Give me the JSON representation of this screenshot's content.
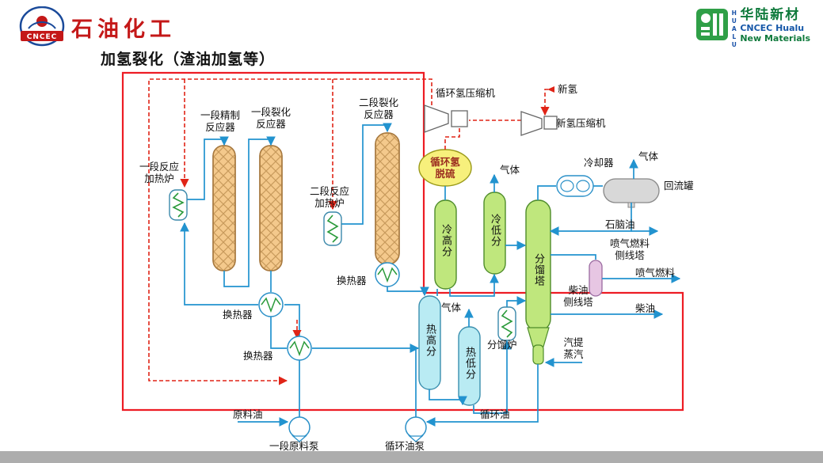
{
  "title": "加氢裂化（渣油加氢等）",
  "header": {
    "left_logo": {
      "emblem": "CNCEC",
      "brand": "石油化工"
    },
    "right_logo": {
      "cn": "华陆新材",
      "en1": "CNCEC Hualu",
      "en2": "New Materials",
      "vertical": "HUALU"
    }
  },
  "labels": {
    "heater1_l1": "一段反应",
    "heater1_l2": "加热炉",
    "reactor1_l1": "一段精制",
    "reactor1_l2": "反应器",
    "reactor2_l1": "一段裂化",
    "reactor2_l2": "反应器",
    "reactor3_l1": "二段裂化",
    "reactor3_l2": "反应器",
    "heater2_l1": "二段反应",
    "heater2_l2": "加热炉",
    "recycle_compressor": "循环氢压缩机",
    "fresh_h2": "新氢",
    "fresh_h2_compressor": "新氢压缩机",
    "desulf_l1": "循环氢",
    "desulf_l2": "脱硫",
    "cold_hp": "冷高分",
    "cold_lp": "冷低分",
    "gas_cold_lp": "气体",
    "cooler": "冷却器",
    "gas_top": "气体",
    "reflux_drum": "回流罐",
    "naphtha": "石脑油",
    "jet_stripper_l1": "喷气燃料",
    "jet_stripper_l2": "侧线塔",
    "jet_fuel": "喷气燃料",
    "diesel_stripper_l1": "柴油",
    "diesel_stripper_l2": "侧线塔",
    "diesel": "柴油",
    "fractionator": "分馏塔",
    "steam_l1": "汽提",
    "steam_l2": "蒸汽",
    "hx1": "换热器",
    "hx2": "换热器",
    "hx3": "换热器",
    "hot_hp": "热高分",
    "hot_lp": "热低分",
    "gas_hot_lp": "气体",
    "frac_furnace": "分馏炉",
    "feed": "原料油",
    "feed_pump": "一段原料泵",
    "recycle_pump": "循环油泵",
    "recycle_oil": "循环油"
  },
  "colors": {
    "flow_line": "#2293cf",
    "hydrogen_line": "#e02417",
    "boundary": "#ed1c24",
    "reactor_fill": "#f4c98c",
    "separator_green": "#bfe77d",
    "separator_cyan": "#b9ebf3",
    "desulf_yellow": "#f7f07c",
    "stripper_pink": "#e7c6e3",
    "drum_gray": "#d8d8d8",
    "footer_gray": "#adadad"
  }
}
